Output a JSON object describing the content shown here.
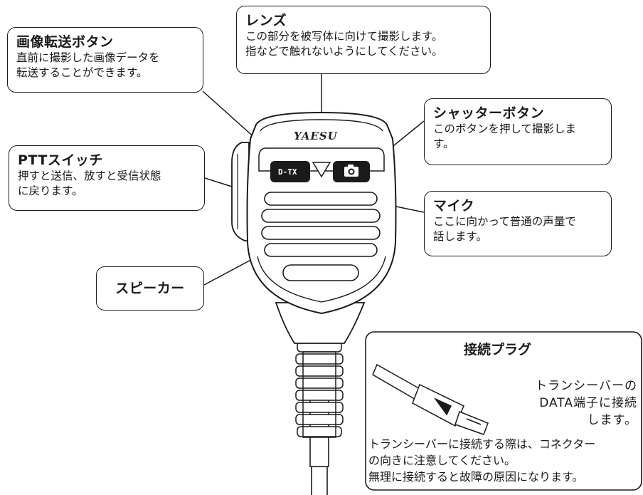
{
  "callouts": {
    "image_send": {
      "title": "画像転送ボタン",
      "desc": "直前に撮影した画像データを\n転送することができます。"
    },
    "lens": {
      "title": "レンズ",
      "desc": "この部分を被写体に向けて撮影します。\n指などで触れないようにしてください。"
    },
    "shutter": {
      "title": "シャッターボタン",
      "desc": "このボタンを押して撮影しま\nす。"
    },
    "ptt": {
      "title": "PTTスイッチ",
      "desc": "押すと送信、放すと受信状態\nに戻ります。"
    },
    "mic": {
      "title": "マイク",
      "desc": "ここに向かって普通の声量で\n話します。"
    },
    "speaker": {
      "title": "スピーカー"
    }
  },
  "plug": {
    "title": "接続プラグ",
    "desc": "トランシーバーの\nDATA端子に接続\nします。",
    "note": "トランシーバーに接続する際は、コネクター\nの向きに注意してください。\n無理に接続すると故障の原因になります。"
  },
  "device": {
    "brand": "YAESU",
    "dtx_label": "D-TX",
    "camera_icon": "camera-icon"
  }
}
